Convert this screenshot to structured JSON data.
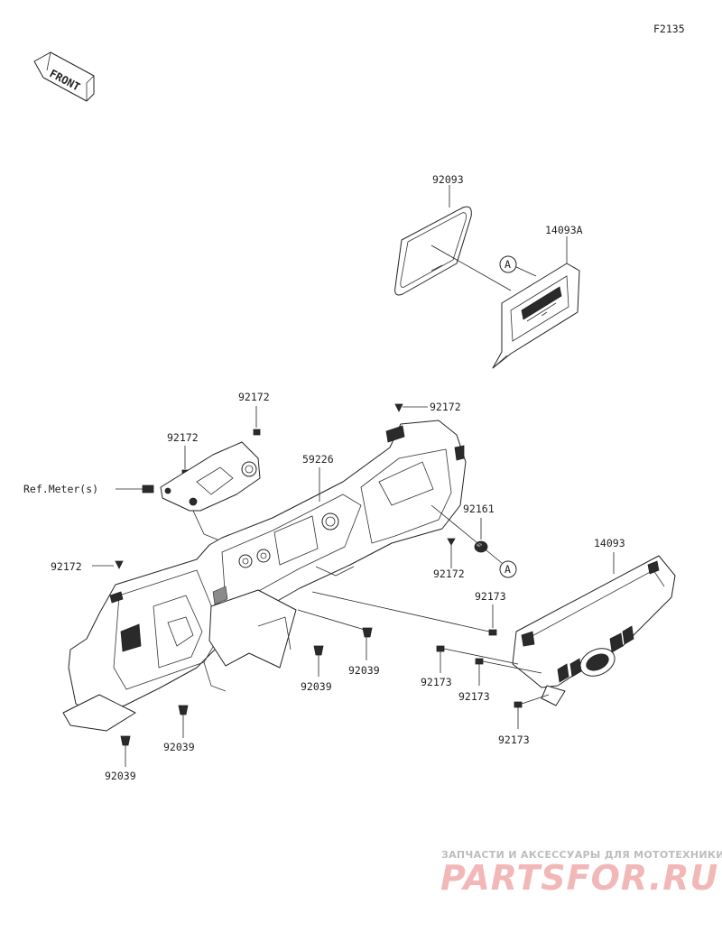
{
  "figure_code": "F2135",
  "front_label": "FRONT",
  "ref_label": "Ref.Meter(s)",
  "callouts": {
    "seal_92093": "92093",
    "panel_14093A": "14093A",
    "circle_a_top": "A",
    "circle_a_bottom": "A",
    "clip_92172_upper": "92172",
    "clip_92172_right": "92172",
    "clip_92172_bracket": "92172",
    "dash_59226": "59226",
    "grommet_92161": "92161",
    "clip_92172_left": "92172",
    "clip_92172_mid": "92172",
    "panel_14093": "14093",
    "nut_92173_a": "92173",
    "nut_92173_b": "92173",
    "nut_92173_c": "92173",
    "nut_92173_d": "92173",
    "screw_92039_a": "92039",
    "screw_92039_b": "92039",
    "screw_92039_c": "92039",
    "screw_92039_d": "92039"
  },
  "watermark": {
    "tagline": "ЗАПЧАСТИ И АКСЕССУАРЫ ДЛЯ МОТОТЕХНИКИ",
    "brand": "PARTSFOR.RU"
  }
}
